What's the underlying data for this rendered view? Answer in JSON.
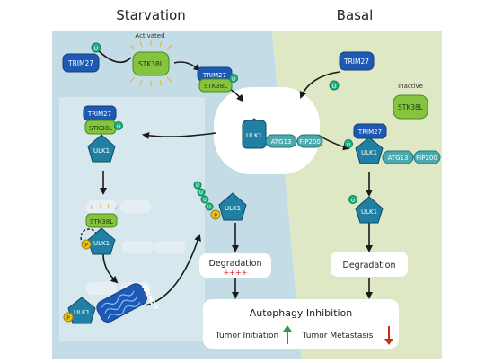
{
  "headers": {
    "left": "Starvation",
    "right": "Basal"
  },
  "labels": {
    "activated": "Activated",
    "inactive": "Inactive",
    "trim27": "TRIM27",
    "stk38l": "STK38L",
    "ulk1": "ULK1",
    "atg13": "ATG13",
    "fip200": "FIP200",
    "ub": "U",
    "phospho": "P"
  },
  "degradation": {
    "text": "Degradation",
    "marks": "++++"
  },
  "inhibition": {
    "title": "Autophagy Inhibition",
    "initiation": "Tumor Initiation",
    "metastasis": "Tumor Metastasis"
  },
  "colors": {
    "starvation_bg": "#c4dce6",
    "basal_bg": "#dfe8c5",
    "trim27": "#1e5ab4",
    "stk38l": "#86c440",
    "ulk1": "#1f80a3",
    "atg": "#4aa9ad",
    "ub": "#25b381",
    "phospho": "#e8c21a",
    "up_arrow": "#2e9a3c",
    "down_arrow": "#cc2a1c",
    "plus": "#d42020"
  }
}
